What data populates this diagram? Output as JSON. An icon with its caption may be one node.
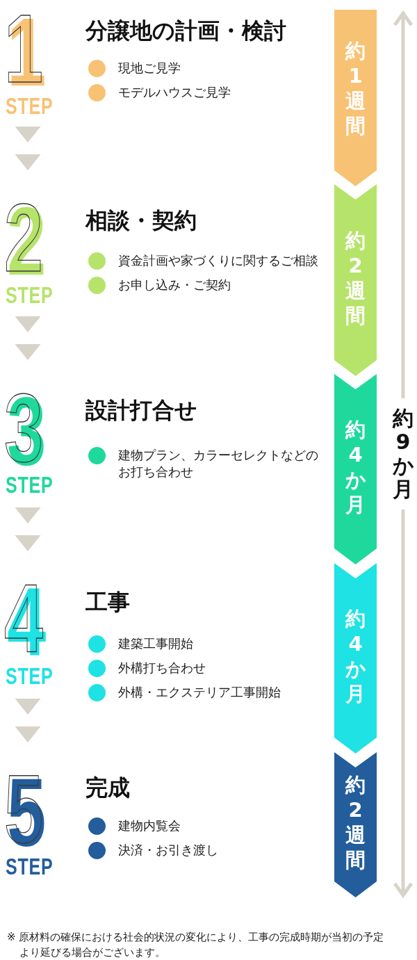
{
  "diagram": {
    "nodes": [
      {
        "text": [
          "1",
          "STEP",
          "分譲地の計画・検討",
          "現地ご見学",
          "モデルハウスご見学"
        ]
      },
      {
        "text": [
          "2",
          "STEP",
          "相談・契約",
          "資金計画や家づくりに関するご相談",
          "お申し込み・ご契約"
        ]
      },
      {
        "text": [
          "3",
          "STEP",
          "設計打合せ",
          "建物プラン、カラーセレクトなどのお打ち合わせ"
        ]
      },
      {
        "text": [
          "4",
          "STEP",
          "工事",
          "建築工事開始",
          "外構打ち合わせ",
          "外構・エクステリア工事開始"
        ]
      },
      {
        "text": [
          "5",
          "STEP",
          "完成",
          "建物内覧会",
          "決済・お引き渡し"
        ]
      },
      {
        "text": [
          "約1週間"
        ]
      },
      {
        "text": [
          "約2週間"
        ]
      },
      {
        "text": [
          "約4か月"
        ]
      },
      {
        "text": [
          "約4か月"
        ]
      },
      {
        "text": [
          "約2週間"
        ]
      }
    ],
    "edges": [
      {
        "from": 0,
        "to": 1,
        "arrow": "to"
      },
      {
        "from": 1,
        "to": 2,
        "arrow": "to"
      },
      {
        "from": 2,
        "to": 3,
        "arrow": "to"
      },
      {
        "from": 3,
        "to": 4,
        "arrow": "to"
      }
    ],
    "labels": [
      "約9か月",
      "※ 原材料の確保における社会的状況の変化により、工事の完成時期が当初の予定より延びる場合がございます。"
    ]
  }
}
